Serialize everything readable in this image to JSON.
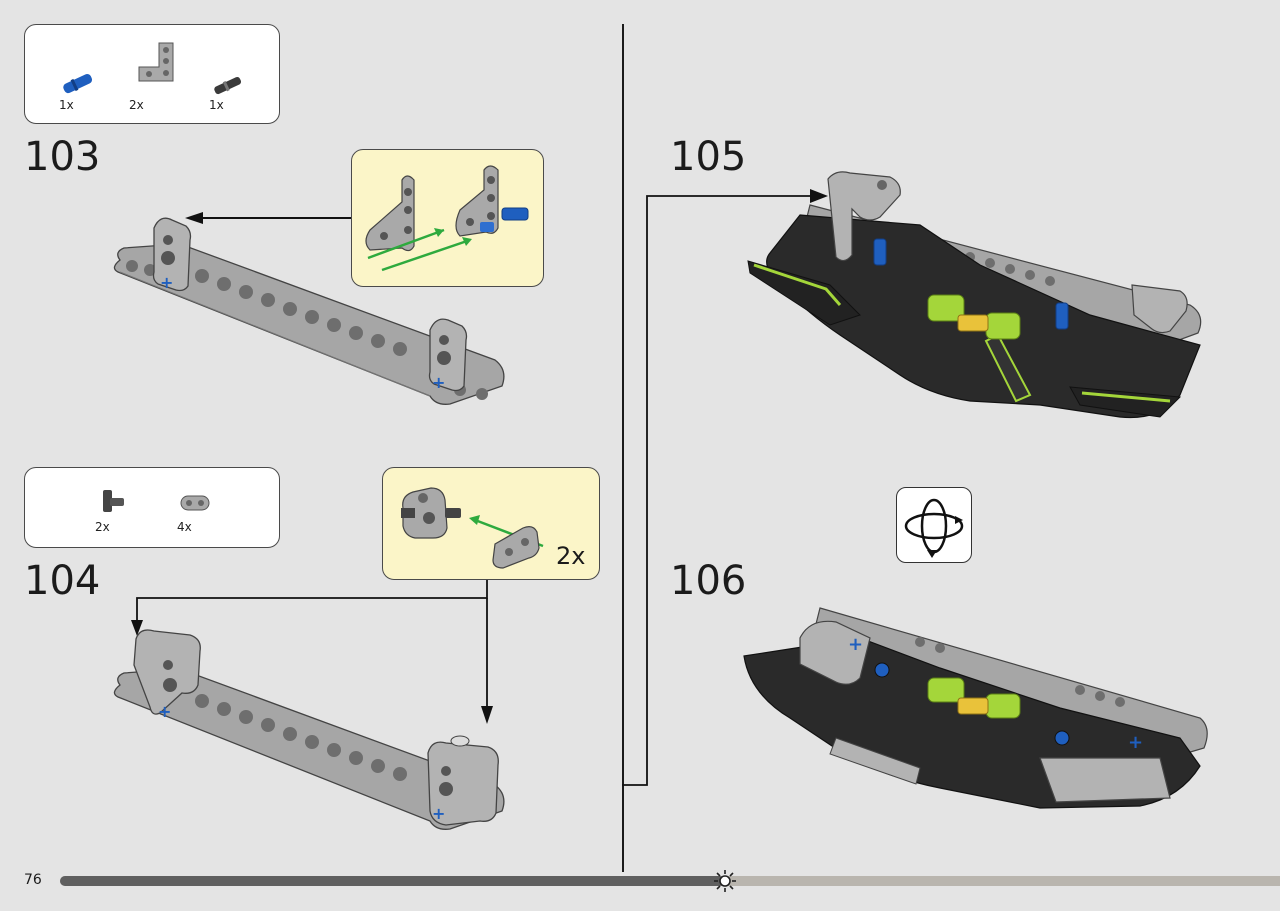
{
  "page": {
    "number": "76"
  },
  "steps": [
    {
      "number": "103",
      "parts": [
        {
          "qty": "1x",
          "part": "blue-pin"
        },
        {
          "qty": "2x",
          "part": "grey-l-beam"
        },
        {
          "qty": "1x",
          "part": "dark-pin"
        }
      ]
    },
    {
      "number": "104",
      "parts": [
        {
          "qty": "2x",
          "part": "dark-axle-connector"
        },
        {
          "qty": "4x",
          "part": "grey-short-beam"
        }
      ],
      "callout_qty": "2x"
    },
    {
      "number": "105"
    },
    {
      "number": "106"
    }
  ],
  "icons": {
    "rotate": "rotate-model-icon",
    "sun": "sun-icon"
  },
  "colors": {
    "background": "#e4e4e4",
    "callout": "#fbf5c8",
    "progress": "#5f5f5f",
    "progress_rest": "#b9b5ae",
    "accent_green": "#2eaa3e",
    "lime": "#a4d63a"
  },
  "progress": {
    "fraction": 0.545
  }
}
